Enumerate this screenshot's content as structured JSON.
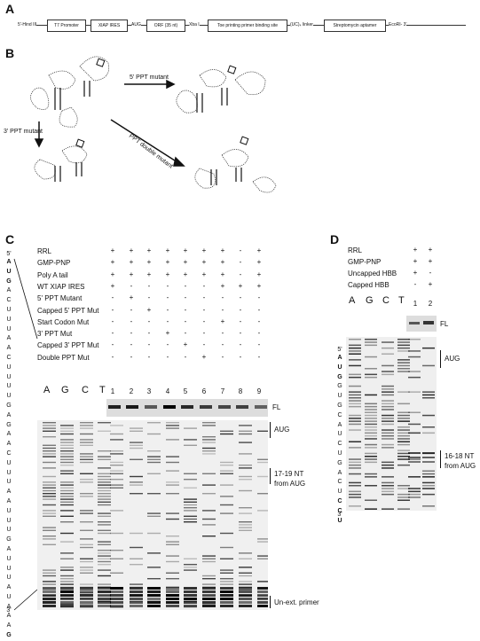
{
  "panels": {
    "a": "A",
    "b": "B",
    "c": "C",
    "d": "D"
  },
  "construct": {
    "hind": "5'-Hind III",
    "t7": "T7 Promoter",
    "ires": "XIAP IRES",
    "aug": "AUG",
    "orf": "ORF (35 nt)",
    "xba": "Xba I",
    "toe": "Toe printing primer binding site",
    "linker": "(UC)₄ linker",
    "strep": "Streptomycin aptamer",
    "eco": "EcoRI- 3'"
  },
  "mutants": {
    "five": "5' PPT mutant",
    "three": "3' PPT mutant",
    "double": "PPT double mutant"
  },
  "panel_c": {
    "rows": [
      {
        "label": "RRL",
        "v": [
          "+",
          "+",
          "+",
          "+",
          "+",
          "+",
          "+",
          "-",
          "+"
        ]
      },
      {
        "label": "GMP-PNP",
        "v": [
          "+",
          "+",
          "+",
          "+",
          "+",
          "+",
          "+",
          "-",
          "+"
        ]
      },
      {
        "label": "Poly A tail",
        "v": [
          "+",
          "+",
          "+",
          "+",
          "+",
          "+",
          "+",
          "-",
          "+"
        ]
      },
      {
        "label": "WT XIAP IRES",
        "v": [
          "+",
          "-",
          "-",
          "-",
          "-",
          "-",
          "+",
          "+",
          "+"
        ]
      },
      {
        "label": "5' PPT Mutant",
        "v": [
          "-",
          "+",
          "-",
          "-",
          "-",
          "-",
          "-",
          "-",
          "-"
        ]
      },
      {
        "label": "Capped 5' PPT Mut",
        "v": [
          "-",
          "-",
          "+",
          "-",
          "-",
          "-",
          "-",
          "-",
          "-"
        ]
      },
      {
        "label": "Start Codon Mut",
        "v": [
          "-",
          "-",
          "-",
          "-",
          "-",
          "-",
          "+",
          "-",
          "-"
        ]
      },
      {
        "label": "3' PPT Mut",
        "v": [
          "-",
          "-",
          "-",
          "+",
          "-",
          "-",
          "-",
          "-",
          "-"
        ]
      },
      {
        "label": "Capped 3' PPT Mut",
        "v": [
          "-",
          "-",
          "-",
          "-",
          "+",
          "-",
          "-",
          "-",
          "-"
        ]
      },
      {
        "label": "Double PPT Mut",
        "v": [
          "-",
          "-",
          "-",
          "-",
          "-",
          "+",
          "-",
          "-",
          "-"
        ]
      }
    ],
    "seq_lanes": [
      "A",
      "G",
      "C",
      "T"
    ],
    "lane_nums": [
      "1",
      "2",
      "3",
      "4",
      "5",
      "6",
      "7",
      "8",
      "9"
    ],
    "fl": "FL",
    "aug": "AUG",
    "nt1": "17-19 NT",
    "nt2": "from AUG",
    "primer": "Un-ext. primer",
    "prime5": "5'",
    "prime3": "3'",
    "sequence": [
      "A",
      "U",
      "G",
      "A",
      "C",
      "U",
      "U",
      "U",
      "A",
      "A",
      "C",
      "U",
      "U",
      "U",
      "U",
      "G",
      "A",
      "G",
      "A",
      "A",
      "C",
      "U",
      "U",
      "U",
      "A",
      "A",
      "U",
      "U",
      "U",
      "G",
      "A",
      "U",
      "U",
      "U",
      "A",
      "U",
      "A",
      "A",
      "A",
      "G"
    ]
  },
  "panel_d": {
    "rows": [
      {
        "label": "RRL",
        "v": [
          "+",
          "+"
        ]
      },
      {
        "label": "GMP-PNP",
        "v": [
          "+",
          "+"
        ]
      },
      {
        "label": "Uncapped HBB",
        "v": [
          "+",
          "-"
        ]
      },
      {
        "label": "Capped HBB",
        "v": [
          "-",
          "+"
        ]
      }
    ],
    "seq_lanes": [
      "A",
      "G",
      "C",
      "T"
    ],
    "lane_nums": [
      "1",
      "2"
    ],
    "fl": "FL",
    "aug": "AUG",
    "nt1": "16-18 NT",
    "nt2": "from AUG",
    "prime5": "5'",
    "prime3": "3'",
    "sequence": [
      "A",
      "U",
      "G",
      "G",
      "U",
      "G",
      "C",
      "A",
      "U",
      "C",
      "U",
      "G",
      "A",
      "C",
      "U",
      "C",
      "C",
      "U"
    ]
  }
}
